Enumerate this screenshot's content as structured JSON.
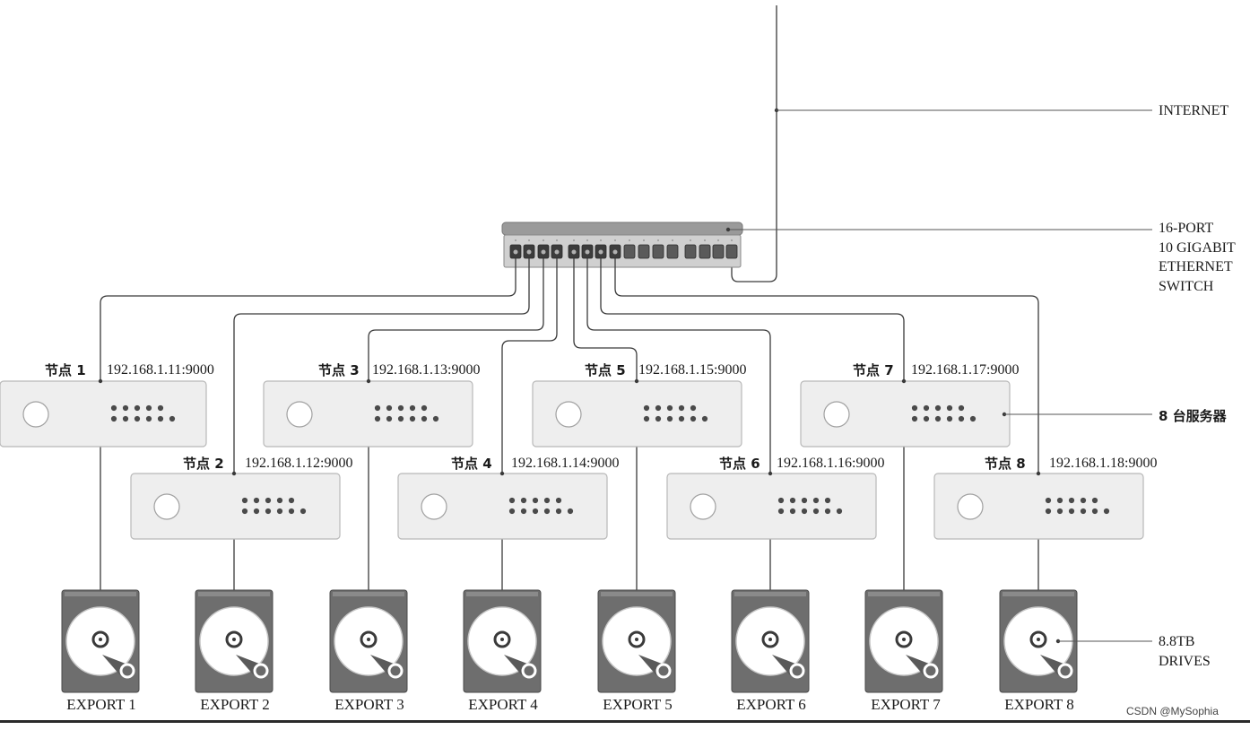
{
  "labels": {
    "internet": "INTERNET",
    "switch_lines": [
      "16-PORT",
      "10 GIGABIT",
      "ETHERNET",
      "SWITCH"
    ],
    "servers": "8 台服务器",
    "drive_lines": [
      "8.8TB",
      "DRIVES"
    ]
  },
  "nodes": [
    {
      "name": "节点 1",
      "ip": "192.168.1.11:9000"
    },
    {
      "name": "节点 2",
      "ip": "192.168.1.12:9000"
    },
    {
      "name": "节点 3",
      "ip": "192.168.1.13:9000"
    },
    {
      "name": "节点 4",
      "ip": "192.168.1.14:9000"
    },
    {
      "name": "节点 5",
      "ip": "192.168.1.15:9000"
    },
    {
      "name": "节点 6",
      "ip": "192.168.1.16:9000"
    },
    {
      "name": "节点 7",
      "ip": "192.168.1.17:9000"
    },
    {
      "name": "节点 8",
      "ip": "192.168.1.18:9000"
    }
  ],
  "exports": [
    "EXPORT 1",
    "EXPORT 2",
    "EXPORT 3",
    "EXPORT 4",
    "EXPORT 5",
    "EXPORT 6",
    "EXPORT 7",
    "EXPORT 8"
  ],
  "watermark": "CSDN @MySophia",
  "colors": {
    "line": "#3a3a3a",
    "server_fill": "#eeeeee",
    "server_stroke": "#b8b8b8",
    "dots": "#4a4a4a",
    "drive_body": "#6e6e6e",
    "switch_body": "#9a9a9a"
  }
}
